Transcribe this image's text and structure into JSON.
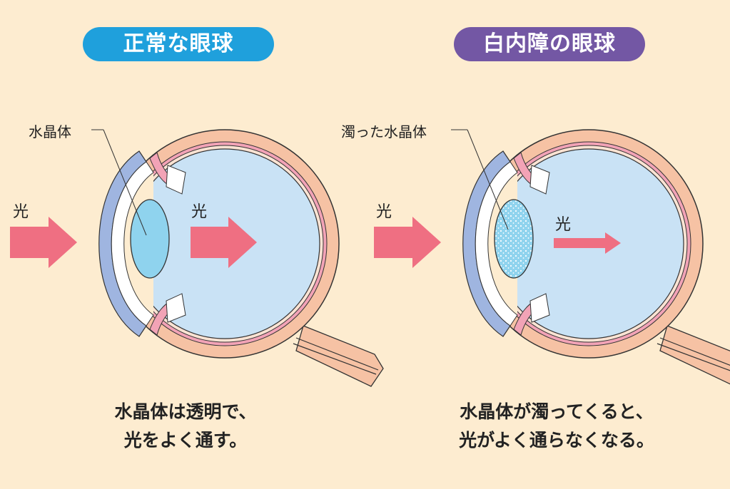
{
  "colors": {
    "background": "#fdecd0",
    "normal_badge": "#1fa0dc",
    "cataract_badge": "#7357a4",
    "light_arrow": "#ef6f82",
    "eye_outer": "#f6c2a4",
    "eye_inner": "#c9e2f5",
    "lens_clear": "#8fd3ee",
    "cornea": "#9fb5e0"
  },
  "left": {
    "title": "正常な眼球",
    "lens_label": "水晶体",
    "light_outside": "光",
    "light_inside": "光",
    "caption_line1": "水晶体は透明で、",
    "caption_line2": "光をよく通す。"
  },
  "right": {
    "title": "白内障の眼球",
    "lens_label": "濁った水晶体",
    "light_outside": "光",
    "light_inside": "光",
    "caption_line1": "水晶体が濁ってくると、",
    "caption_line2": "光がよく通らなくなる。"
  }
}
